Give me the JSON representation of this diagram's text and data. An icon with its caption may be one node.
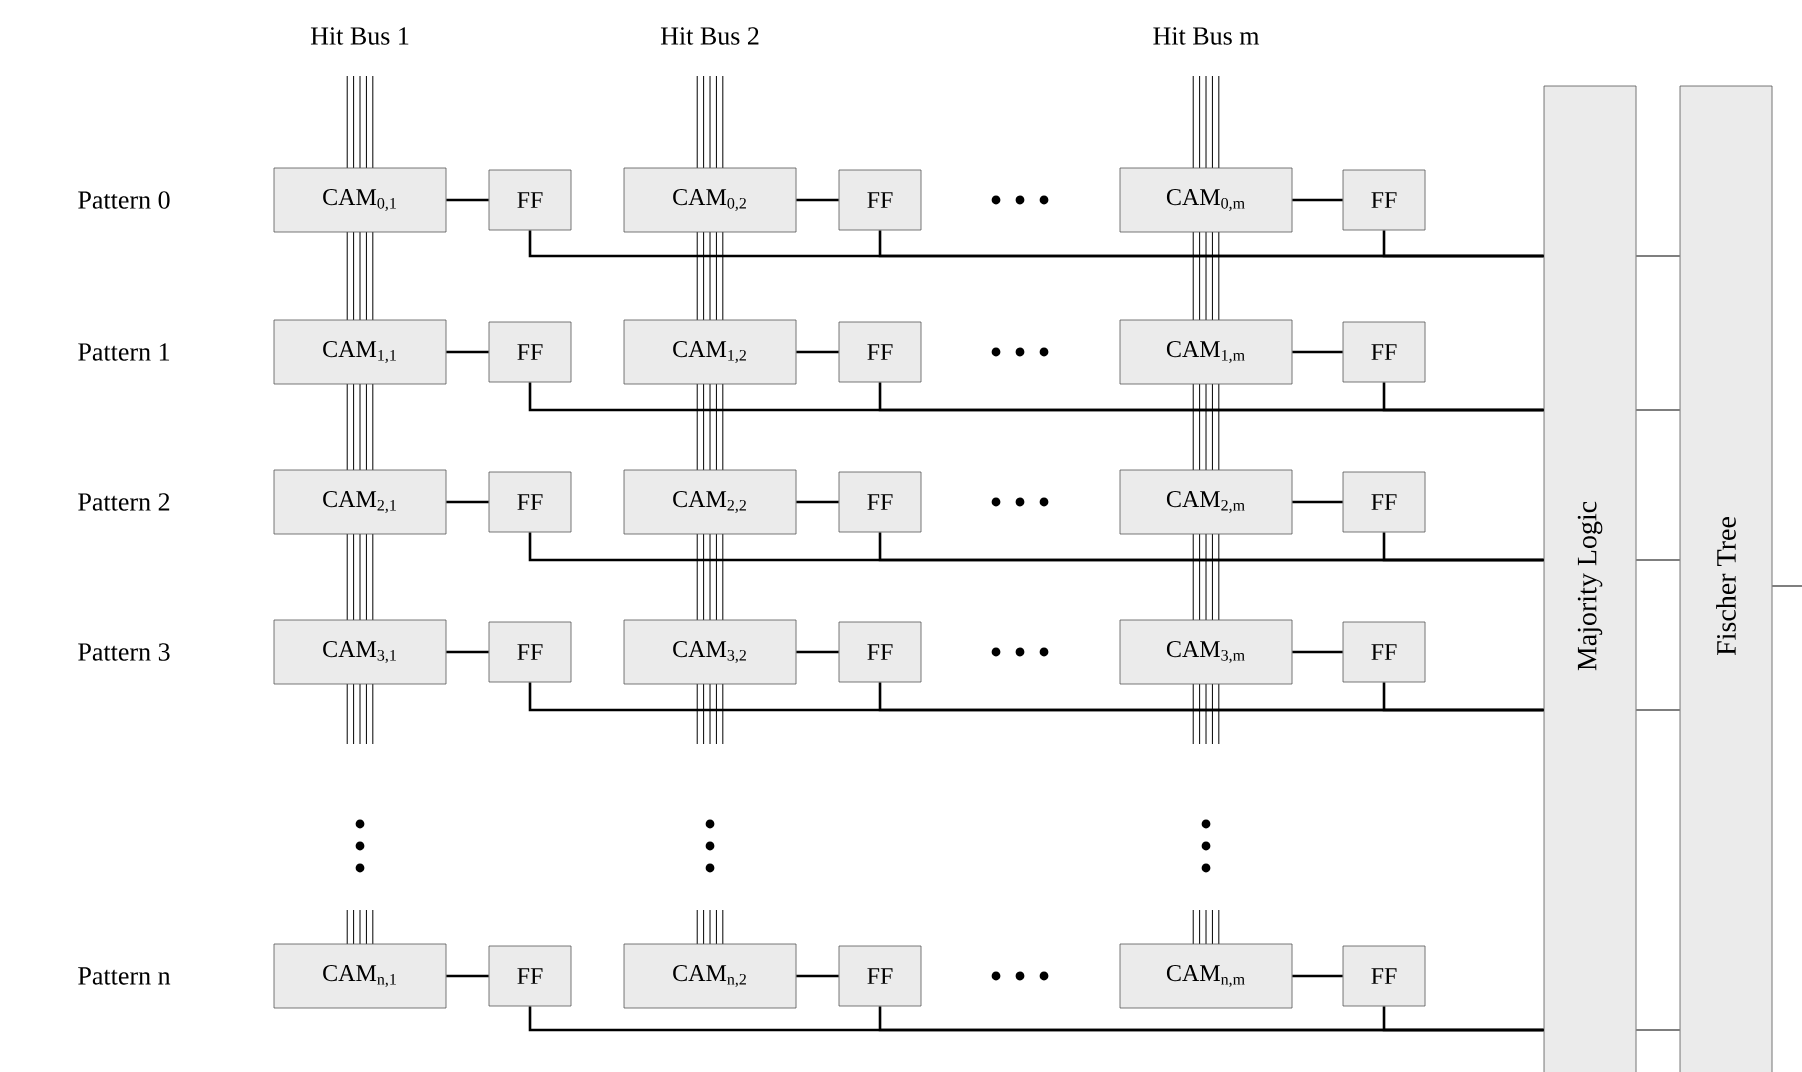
{
  "diagram": {
    "nodes": [
      {
        "text": [
          "CAM$_{0,1}$"
        ]
      },
      {
        "text": [
          "FF"
        ]
      },
      {
        "text": [
          "CAM$_{0,2}$"
        ]
      },
      {
        "text": [
          "FF"
        ]
      },
      {
        "text": [
          "CAM$_{0,m}$"
        ]
      },
      {
        "text": [
          "FF"
        ]
      },
      {
        "text": [
          "CAM$_{1,1}$"
        ]
      },
      {
        "text": [
          "FF"
        ]
      },
      {
        "text": [
          "CAM$_{1,2}$"
        ]
      },
      {
        "text": [
          "FF"
        ]
      },
      {
        "text": [
          "CAM$_{1,m}$"
        ]
      },
      {
        "text": [
          "FF"
        ]
      },
      {
        "text": [
          "CAM$_{2,1}$"
        ]
      },
      {
        "text": [
          "FF"
        ]
      },
      {
        "text": [
          "CAM$_{2,2}$"
        ]
      },
      {
        "text": [
          "FF"
        ]
      },
      {
        "text": [
          "CAM$_{2,m}$"
        ]
      },
      {
        "text": [
          "FF"
        ]
      },
      {
        "text": [
          "CAM$_{3,1}$"
        ]
      },
      {
        "text": [
          "FF"
        ]
      },
      {
        "text": [
          "CAM$_{3,2}$"
        ]
      },
      {
        "text": [
          "FF"
        ]
      },
      {
        "text": [
          "CAM$_{3,m}$"
        ]
      },
      {
        "text": [
          "FF"
        ]
      },
      {
        "text": [
          "CAM$_{n,1}$"
        ]
      },
      {
        "text": [
          "FF"
        ]
      },
      {
        "text": [
          "CAM$_{n,2}$"
        ]
      },
      {
        "text": [
          "FF"
        ]
      },
      {
        "text": [
          "CAM$_{n,m}$"
        ]
      },
      {
        "text": [
          "FF"
        ]
      },
      {
        "text": [
          "Majority Logic"
        ]
      },
      {
        "text": [
          "Fischer Tree"
        ]
      }
    ],
    "edges": [
      {
        "from": 0,
        "to": 1,
        "arrow": "none"
      },
      {
        "from": 2,
        "to": 3,
        "arrow": "none"
      },
      {
        "from": 4,
        "to": 5,
        "arrow": "none"
      },
      {
        "from": 6,
        "to": 7,
        "arrow": "none"
      },
      {
        "from": 8,
        "to": 9,
        "arrow": "none"
      },
      {
        "from": 10,
        "to": 11,
        "arrow": "none"
      },
      {
        "from": 12,
        "to": 13,
        "arrow": "none"
      },
      {
        "from": 14,
        "to": 15,
        "arrow": "none"
      },
      {
        "from": 16,
        "to": 17,
        "arrow": "none"
      },
      {
        "from": 18,
        "to": 19,
        "arrow": "none"
      },
      {
        "from": 20,
        "to": 21,
        "arrow": "none"
      },
      {
        "from": 22,
        "to": 23,
        "arrow": "none"
      },
      {
        "from": 24,
        "to": 25,
        "arrow": "none"
      },
      {
        "from": 26,
        "to": 27,
        "arrow": "none"
      },
      {
        "from": 28,
        "to": 29,
        "arrow": "none"
      },
      {
        "from": 1,
        "to": 30,
        "arrow": "none"
      },
      {
        "from": 3,
        "to": 30,
        "arrow": "none"
      },
      {
        "from": 5,
        "to": 30,
        "arrow": "none"
      },
      {
        "from": 7,
        "to": 30,
        "arrow": "none"
      },
      {
        "from": 9,
        "to": 30,
        "arrow": "none"
      },
      {
        "from": 11,
        "to": 30,
        "arrow": "none"
      },
      {
        "from": 13,
        "to": 30,
        "arrow": "none"
      },
      {
        "from": 15,
        "to": 30,
        "arrow": "none"
      },
      {
        "from": 17,
        "to": 30,
        "arrow": "none"
      },
      {
        "from": 19,
        "to": 30,
        "arrow": "none"
      },
      {
        "from": 21,
        "to": 30,
        "arrow": "none"
      },
      {
        "from": 23,
        "to": 30,
        "arrow": "none"
      },
      {
        "from": 25,
        "to": 30,
        "arrow": "none"
      },
      {
        "from": 27,
        "to": 30,
        "arrow": "none"
      },
      {
        "from": 29,
        "to": 30,
        "arrow": "none"
      },
      {
        "from": 30,
        "to": 31,
        "arrow": "none"
      },
      {
        "from": 30,
        "to": 31,
        "arrow": "none"
      },
      {
        "from": 30,
        "to": 31,
        "arrow": "none"
      },
      {
        "from": 30,
        "to": 31,
        "arrow": "none"
      },
      {
        "from": 30,
        "to": 31,
        "arrow": "none"
      },
      {
        "from": 31,
        "to": null,
        "arrow": "none"
      }
    ],
    "labels": [
      "Hit Bus 1",
      "Hit Bus 2",
      "Hit Bus m",
      "Pattern 0",
      "Pattern 1",
      "Pattern 2",
      "Pattern 3",
      "Pattern n"
    ]
  }
}
